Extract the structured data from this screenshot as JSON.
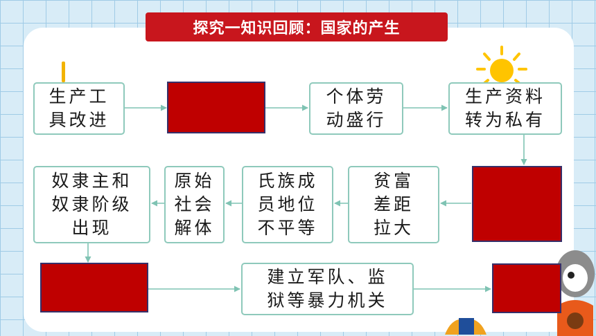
{
  "title": "探究一知识回顾：国家的产生",
  "flow": {
    "tools_improve": "生产工\n具改进",
    "blank_1": "",
    "individual_labor": "个体劳\n动盛行",
    "private_property": "生产资料\n转为私有",
    "blank_2": "",
    "wealth_gap": "贫富\n差距\n拉大",
    "clan_inequality": "氏族成\n员地位\n不平等",
    "primitive_collapse": "原始\n社会\n解体",
    "slave_classes": "奴隶主和\n奴隶阶级\n出现",
    "blank_3": "",
    "army_prisons": "建立军队、监\n狱等暴力机关",
    "blank_4": ""
  },
  "colors": {
    "title_bg": "#c8161d",
    "blank_fill": "#bf0000",
    "box_border": "#8ec9bb",
    "arrow": "#7fc3b3",
    "grid_bg": "#d8ecf7"
  }
}
